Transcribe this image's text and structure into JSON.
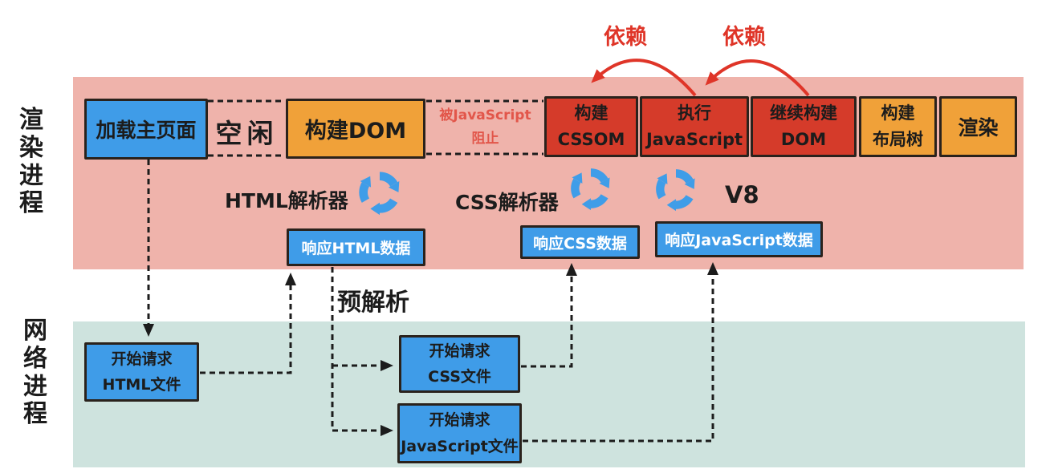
{
  "render_process": {
    "label": "渲染进程",
    "load_main_page": "加载主页面",
    "idle": "空闲",
    "build_dom": "构建DOM",
    "blocked": {
      "line1": "被JavaScript",
      "line2": "阻止"
    },
    "build_cssom": {
      "line1": "构建",
      "line2": "CSSOM"
    },
    "exec_js": {
      "line1": "执行",
      "line2": "JavaScript"
    },
    "continue_dom": {
      "line1": "继续构建",
      "line2": "DOM"
    },
    "build_layout": {
      "line1": "构建",
      "line2": "布局树"
    },
    "render": "渲染",
    "html_parser": "HTML解析器",
    "css_parser": "CSS解析器",
    "v8": "V8",
    "response_html": "响应HTML数据",
    "response_css": "响应CSS数据",
    "response_js": "响应JavaScript数据",
    "dependency1": "依赖",
    "dependency2": "依赖",
    "preparse": "预解析"
  },
  "network_process": {
    "label": "网络进程",
    "request_html": {
      "line1": "开始请求",
      "line2": "HTML文件"
    },
    "request_css": {
      "line1": "开始请求",
      "line2": "CSS文件"
    },
    "request_js": {
      "line1": "开始请求",
      "line2": "JavaScript文件"
    }
  },
  "colors": {
    "render_band": "#efb3ab",
    "network_band": "#cee3de",
    "blue_box": "#3f9ce8",
    "orange_box": "#f0a139",
    "red_box": "#d53b2a",
    "annotation_red": "#df3528",
    "blocked_text": "#e2564a",
    "cycle_icon_blue": "#3f9de8",
    "line_black": "#1c1c1c"
  }
}
